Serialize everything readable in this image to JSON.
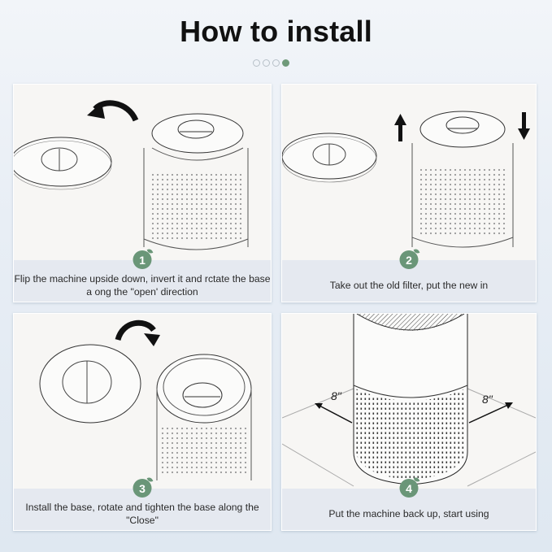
{
  "header": {
    "title": "How to install",
    "pagination": {
      "total": 4,
      "active_index": 3
    }
  },
  "colors": {
    "accent": "#6a9678",
    "caption_bg": "#e5e9f0",
    "panel_bg": "#f7f6f4"
  },
  "steps": [
    {
      "number": "1",
      "text": "Flip the machine upside down, invert it and rctate the base a ong the \"open' direction",
      "icon": "rotate-counterclockwise-arrow-icon"
    },
    {
      "number": "2",
      "text": "Take out the old filter, put the new in",
      "icon": "up-down-arrows-icon"
    },
    {
      "number": "3",
      "text": "Install the base, rotate and tighten the base along the \"Close\"",
      "icon": "rotate-clockwise-arrow-icon"
    },
    {
      "number": "4",
      "text": "Put the machine back up, start using",
      "icon": "clearance-diagram",
      "clearance_left": "8\"",
      "clearance_right": "8\""
    }
  ]
}
